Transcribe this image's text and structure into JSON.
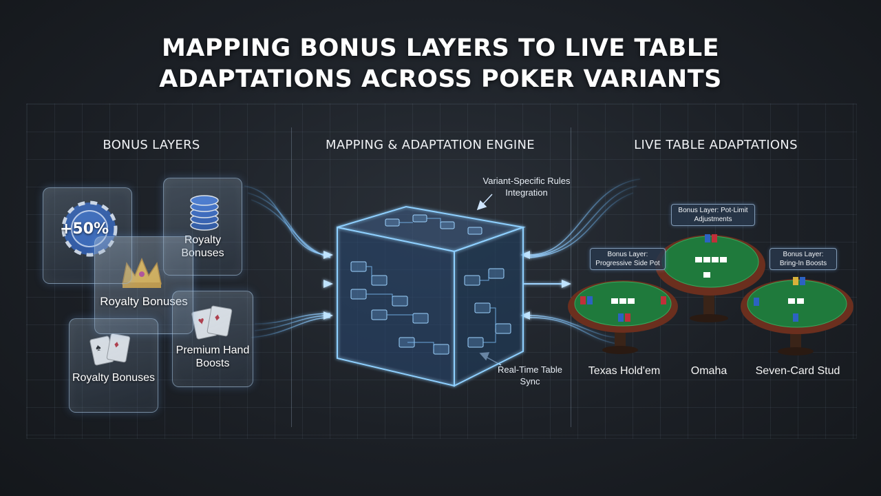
{
  "title": {
    "line1": "MAPPING BONUS LAYERS TO LIVE TABLE",
    "line2": "ADAPTATIONS ACROSS POKER VARIANTS"
  },
  "columns": {
    "left": "BONUS LAYERS",
    "center": "MAPPING & ADAPTATION ENGINE",
    "right": "LIVE TABLE ADAPTATIONS"
  },
  "bonus_cards": {
    "chip_percent": "+50%",
    "royalty_1": "Royalty Bonuses",
    "royalty_2": "Royalty Bonuses",
    "royalty_3": "Royalty Bonuses",
    "premium": "Premium Hand Boosts"
  },
  "engine_annotations": {
    "top": "Variant-Specific Rules Integration",
    "bottom": "Real-Time Table Sync"
  },
  "table_tags": {
    "left": "Bonus Layer: Progressive Side Pot",
    "center": "Bonus Layer: Pot-Limit Adjustments",
    "right": "Bonus Layer: Bring-In Boosts"
  },
  "variants": [
    "Texas Hold'em",
    "Omaha",
    "Seven-Card Stud"
  ],
  "colors": {
    "glow": "#5fb4ff",
    "felt": "#1f7a3c",
    "rail": "#6b2f1e",
    "chip_blue": "#1f4fa8",
    "crown_gold": "#f2b632"
  }
}
